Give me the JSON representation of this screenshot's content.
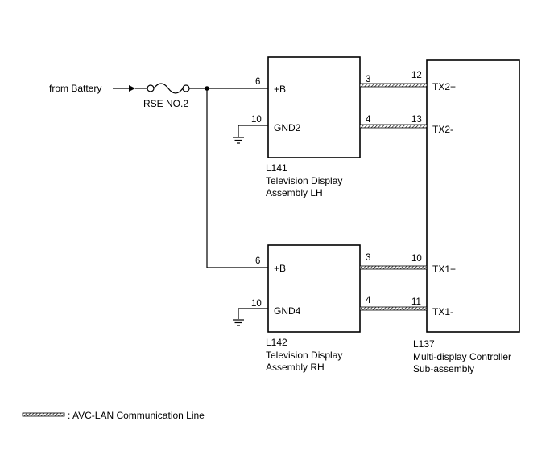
{
  "source": {
    "label": "from Battery"
  },
  "fuse": {
    "label": "RSE NO.2"
  },
  "lh_assembly": {
    "code": "L141",
    "name_line1": "Television Display",
    "name_line2": "Assembly LH",
    "terminal_b": "+B",
    "terminal_gnd": "GND2",
    "pin_b": "6",
    "pin_gnd": "10",
    "pin_tx_pos": "3",
    "pin_tx_neg": "4"
  },
  "rh_assembly": {
    "code": "L142",
    "name_line1": "Television Display",
    "name_line2": "Assembly RH",
    "terminal_b": "+B",
    "terminal_gnd": "GND4",
    "pin_b": "6",
    "pin_gnd": "10",
    "pin_tx_pos": "3",
    "pin_tx_neg": "4"
  },
  "controller": {
    "code": "L137",
    "name_line1": "Multi-display Controller",
    "name_line2": "Sub-assembly",
    "tx2_pos_label": "TX2+",
    "tx2_neg_label": "TX2-",
    "tx1_pos_label": "TX1+",
    "tx1_neg_label": "TX1-",
    "pin_tx2_pos": "12",
    "pin_tx2_neg": "13",
    "pin_tx1_pos": "10",
    "pin_tx1_neg": "11"
  },
  "legend": {
    "label": ": AVC-LAN Communication Line"
  }
}
